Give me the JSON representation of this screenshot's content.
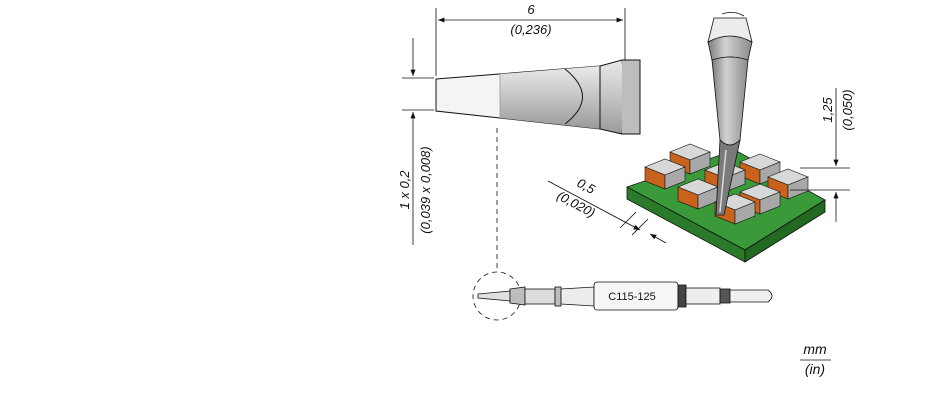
{
  "dimensions": {
    "length_mm": "6",
    "length_in": "(0,236)",
    "tip_mm": "1 x 0,2",
    "tip_in": "(0,039 x 0,008)",
    "height_mm": "1,25",
    "height_in": "(0,050)",
    "pitch_mm": "0,5",
    "pitch_in": "(0,020)"
  },
  "part_number": "C115-125",
  "units": {
    "primary": "mm",
    "secondary": "(in)"
  },
  "colors": {
    "line": "#111111",
    "tip_metal": "#c8c8c8",
    "tip_shadow": "#8f8f8f",
    "board_green": "#2e8b2e",
    "component_orange": "#c8621d",
    "component_gray": "#b8b8b8"
  }
}
